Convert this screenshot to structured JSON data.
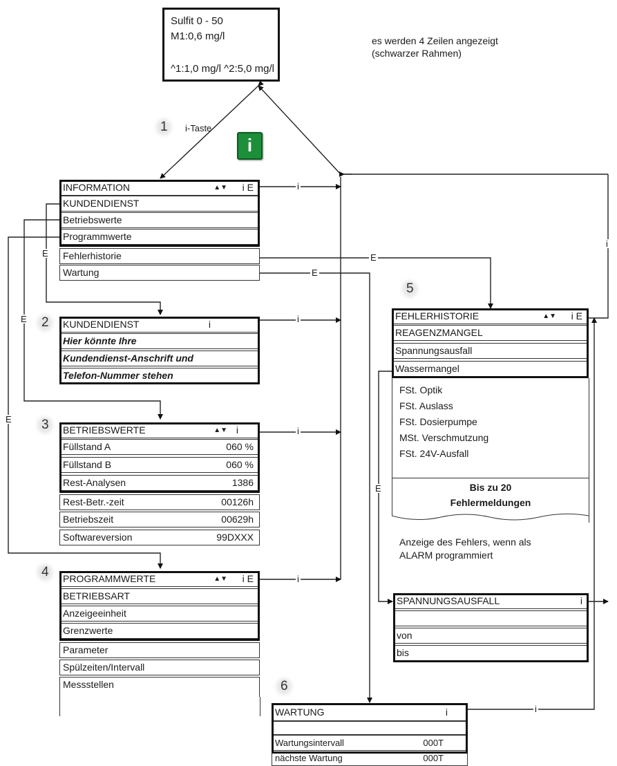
{
  "display": {
    "line1": "Sulfit 0 - 50",
    "line2": "M1:0,6 mg/l",
    "line3": "",
    "line4": "^1:1,0 mg/l  ^2:5,0 mg/l",
    "note_line1": "es werden 4 Zeilen angezeigt",
    "note_line2": "(schwarzer Rahmen)"
  },
  "step_numbers": {
    "n1": "1",
    "n2": "2",
    "n3": "3",
    "n4": "4",
    "n5": "5",
    "n6": "6"
  },
  "i_key": {
    "label": "i-Taste",
    "icon_letter": "i"
  },
  "connector_labels": {
    "i": "i",
    "e": "E"
  },
  "information": {
    "title": "INFORMATION",
    "arrows": "▲▼",
    "keys": "i E",
    "items": [
      "KUNDENDIENST",
      "Betriebswerte",
      "Programmwerte",
      "Fehlerhistorie",
      "Wartung"
    ]
  },
  "kundendienst": {
    "title": "KUNDENDIENST",
    "keys": "i",
    "lines": [
      "Hier könnte Ihre",
      "Kundendienst-Anschrift und",
      "Telefon-Nummer stehen"
    ]
  },
  "betriebswerte": {
    "title": "BETRIEBSWERTE",
    "arrows": "▲▼",
    "keys": "i",
    "rows": [
      {
        "label": "Füllstand A",
        "value": "060 %"
      },
      {
        "label": "Füllstand B",
        "value": "060 %"
      },
      {
        "label": "Rest-Analysen",
        "value": "1386"
      },
      {
        "label": "Rest-Betr.-zeit",
        "value": "00126h"
      },
      {
        "label": "Betriebszeit",
        "value": "00629h"
      },
      {
        "label": "Softwareversion",
        "value": "99DXXX"
      }
    ]
  },
  "programmwerte": {
    "title": "PROGRAMMWERTE",
    "arrows": "▲▼",
    "keys": "i E",
    "items": [
      "BETRIEBSART",
      "Anzeigeeinheit",
      "Grenzwerte",
      "Parameter",
      "Spülzeiten/Intervall",
      "Messstellen"
    ]
  },
  "fehlerhistorie": {
    "title": "FEHLERHISTORIE",
    "arrows": "▲▼",
    "keys": "i E",
    "items": [
      "REAGENZMANGEL",
      "Spannungsausfall",
      "Wassermangel"
    ],
    "more": [
      "FSt. Optik",
      "FSt. Auslass",
      "FSt. Dosierpumpe",
      "MSt. Verschmutzung",
      "FSt. 24V-Ausfall"
    ],
    "footer_line1": "Bis zu 20",
    "footer_line2": "Fehlermeldungen",
    "note_line1": "Anzeige des Fehlers, wenn als",
    "note_line2": "ALARM programmiert"
  },
  "spannungsausfall": {
    "title": "SPANNUNGSAUSFALL",
    "keys": "i",
    "rows": [
      "",
      "von",
      "bis"
    ]
  },
  "wartung": {
    "title": "WARTUNG",
    "keys": "i",
    "rows": [
      {
        "label": "",
        "value": ""
      },
      {
        "label": "Wartungsintervall",
        "value": "000T"
      },
      {
        "label": "nächste Wartung",
        "value": "000T"
      }
    ]
  }
}
